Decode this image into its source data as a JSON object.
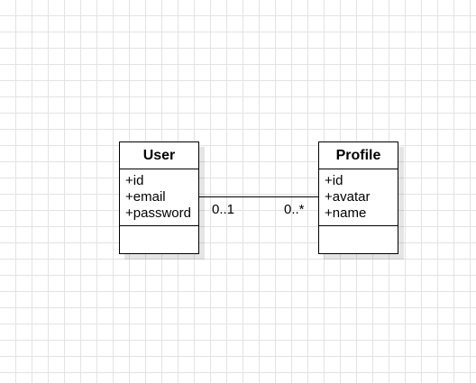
{
  "classes": {
    "user": {
      "name": "User",
      "attributes": [
        "+id",
        "+email",
        "+password"
      ]
    },
    "profile": {
      "name": "Profile",
      "attributes": [
        "+id",
        "+avatar",
        "+name"
      ]
    }
  },
  "association": {
    "source_multiplicity": "0..1",
    "target_multiplicity": "0..*"
  },
  "colors": {
    "stroke": "#000000",
    "grid": "#e3e3e3",
    "background": "#ffffff"
  }
}
